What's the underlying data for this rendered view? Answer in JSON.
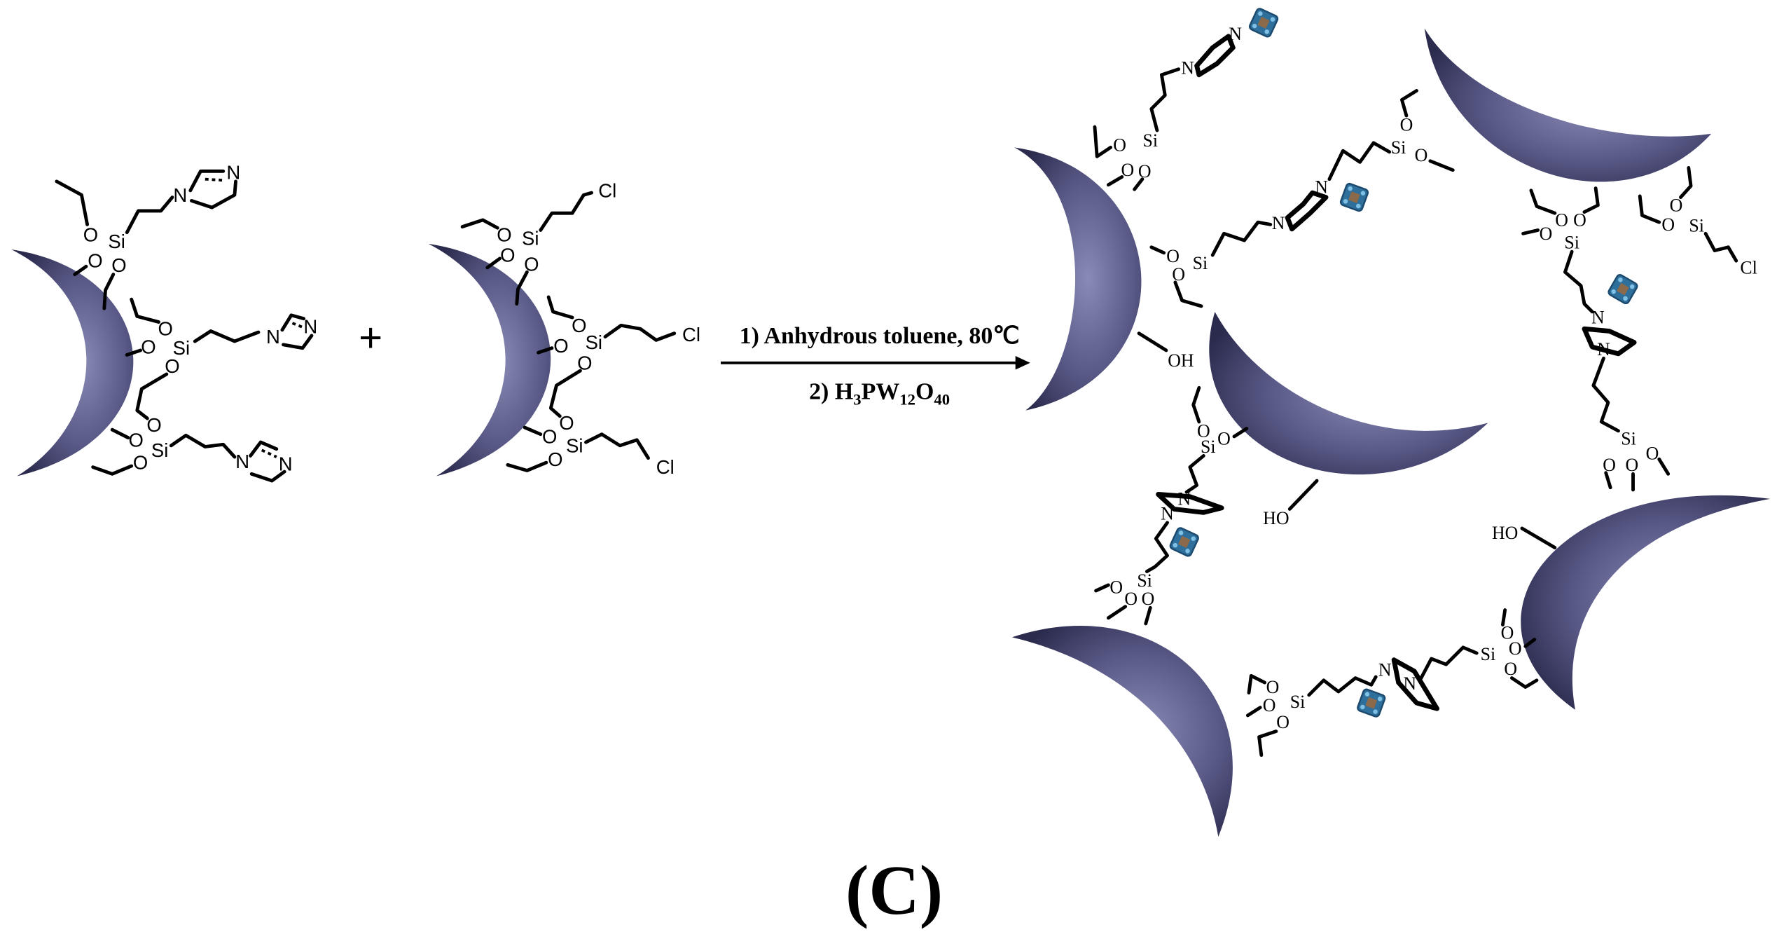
{
  "labels": {
    "oxygen": "O",
    "silicon": "Si",
    "nitrogen": "N",
    "chlorine": "Cl",
    "hydroxyl_right": "OH",
    "hydroxyl_left": "HO"
  },
  "plus_sign": "+",
  "reaction": {
    "condition_1": "1) Anhydrous toluene, 80℃",
    "condition_2": {
      "part_1": "2) H",
      "sub_1": "3",
      "part_2": "PW",
      "sub_2": "12",
      "part_3": "O",
      "sub_3": "40"
    }
  },
  "panel_label": "(C)",
  "colors": {
    "particle_light": "#8a8ab6",
    "particle_mid": "#5a5a88",
    "particle_dark": "#2b2b4e",
    "pom_cluster": "#2f6f9b",
    "pom_core": "#8a6a4a",
    "bond": "#000000"
  },
  "icons": {
    "polyoxometalate": "pom-cluster-icon"
  }
}
